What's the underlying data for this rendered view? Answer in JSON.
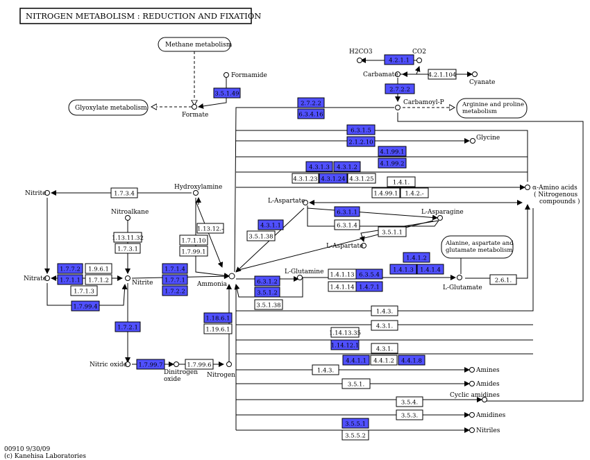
{
  "title": "NITROGEN METABOLISM : REDUCTION AND FIXATION",
  "colors": {
    "enzyme_highlight": "#5050ff",
    "enzyme_plain": "#ffffff",
    "line": "#000000"
  },
  "maps": {
    "methane": "Methane metabolism",
    "glyoxylate": "Glyoxylate metabolism",
    "arginine": "Arginine and proline metabolism",
    "alanine": "Alanine, aspartate and glutamate metabolism"
  },
  "compounds": {
    "formamide": "Formamide",
    "formate": "Formate",
    "h2co3": "H2CO3",
    "co2": "CO2",
    "carbamate": "Carbamate",
    "cyanate": "Cyanate",
    "carbamoyl_p": "Carbamoyl-P",
    "glycine": "Glycine",
    "amino_acids": "α-Amino acids (Nitrogenous compounds)",
    "nitrite_left": "Nitrite",
    "hydroxylamine": "Hydroxylamine",
    "nitroalkane": "Nitroalkane",
    "nitrate": "Nitrate",
    "nitrite_mid": "Nitrite",
    "ammonia": "Ammonia",
    "l_aspartate_1": "L-Aspartate",
    "l_asparagine": "L-Asparagine",
    "l_aspartate_2": "L-Aspartate",
    "l_glutamine": "L-Glutamine",
    "l_glutamate": "L-Glutamate",
    "nitric_oxide": "Nitric oxide",
    "dinitrogen_oxide": "Dinitrogen oxide",
    "nitrogen": "Nitrogen",
    "amines": "Amines",
    "amides": "Amides",
    "cyclic_amidines": "Cyclic amidines",
    "amidines": "Amidines",
    "nitriles": "Nitriles"
  },
  "enzymes": [
    {
      "id": "e_3_5_1_49",
      "label": "3.5.1.49",
      "hl": true
    },
    {
      "id": "e_4_2_1_1",
      "label": "4.2.1.1",
      "hl": true
    },
    {
      "id": "e_4_2_1_104",
      "label": "4.2.1.104",
      "hl": false
    },
    {
      "id": "e_2_7_2_2_top",
      "label": "2.7.2.2",
      "hl": true
    },
    {
      "id": "e_2_7_2_2",
      "label": "2.7.2.2",
      "hl": true
    },
    {
      "id": "e_6_3_4_16",
      "label": "6.3.4.16",
      "hl": true
    },
    {
      "id": "e_6_3_1_5",
      "label": "6.3.1.5",
      "hl": true
    },
    {
      "id": "e_2_1_2_10",
      "label": "2.1.2.10",
      "hl": true
    },
    {
      "id": "e_4_1_99_1",
      "label": "4.1.99.1",
      "hl": true
    },
    {
      "id": "e_4_1_99_2",
      "label": "4.1.99.2",
      "hl": true
    },
    {
      "id": "e_4_3_1_3",
      "label": "4.3.1.3",
      "hl": true
    },
    {
      "id": "e_4_3_1_2",
      "label": "4.3.1.2",
      "hl": true
    },
    {
      "id": "e_4_3_1_23",
      "label": "4.3.1.23",
      "hl": false
    },
    {
      "id": "e_4_3_1_24",
      "label": "4.3.1.24",
      "hl": true
    },
    {
      "id": "e_4_3_1_25",
      "label": "4.3.1.25",
      "hl": false
    },
    {
      "id": "e_1_4_1",
      "label": "1.4.1.",
      "hl": false
    },
    {
      "id": "e_1_4_99_1",
      "label": "1.4.99.1",
      "hl": false
    },
    {
      "id": "e_1_4_2",
      "label": "1.4.2.-",
      "hl": false
    },
    {
      "id": "e_1_7_3_4",
      "label": "1.7.3.4",
      "hl": false
    },
    {
      "id": "e_6_3_1_1",
      "label": "6.3.1.1",
      "hl": true
    },
    {
      "id": "e_6_3_1_4",
      "label": "6.3.1.4",
      "hl": false
    },
    {
      "id": "e_4_3_1_1",
      "label": "4.3.1.1",
      "hl": true
    },
    {
      "id": "e_3_5_1_38_a",
      "label": "3.5.1.38",
      "hl": false
    },
    {
      "id": "e_3_5_1_1",
      "label": "3.5.1.1",
      "hl": false
    },
    {
      "id": "e_1_13_12",
      "label": "1.13.12.-",
      "hl": false
    },
    {
      "id": "e_1_13_11_32",
      "label": "1.13.11.32",
      "hl": false
    },
    {
      "id": "e_1_7_3_1",
      "label": "1.7.3.1",
      "hl": false
    },
    {
      "id": "e_1_7_1_10",
      "label": "1.7.1.10",
      "hl": false
    },
    {
      "id": "e_1_7_99_1",
      "label": "1.7.99.1",
      "hl": false
    },
    {
      "id": "e_1_7_7_2",
      "label": "1.7.7.2",
      "hl": true
    },
    {
      "id": "e_1_9_6_1",
      "label": "1.9.6.1",
      "hl": false
    },
    {
      "id": "e_1_7_1_1",
      "label": "1.7.1.1",
      "hl": true
    },
    {
      "id": "e_1_7_1_2",
      "label": "1.7.1.2",
      "hl": false
    },
    {
      "id": "e_1_7_1_3",
      "label": "1.7.1.3",
      "hl": false
    },
    {
      "id": "e_1_7_99_4",
      "label": "1.7.99.4",
      "hl": true
    },
    {
      "id": "e_1_7_1_4",
      "label": "1.7.1.4",
      "hl": true
    },
    {
      "id": "e_1_7_7_1",
      "label": "1.7.7.1",
      "hl": true
    },
    {
      "id": "e_1_7_2_2",
      "label": "1.7.2.2",
      "hl": true
    },
    {
      "id": "e_6_3_1_2",
      "label": "6.3.1.2",
      "hl": true
    },
    {
      "id": "e_3_5_1_2",
      "label": "3.5.1.2",
      "hl": true
    },
    {
      "id": "e_3_5_1_38_b",
      "label": "3.5.1.38",
      "hl": false
    },
    {
      "id": "e_1_4_1_13",
      "label": "1.4.1.13",
      "hl": false
    },
    {
      "id": "e_6_3_5_4",
      "label": "6.3.5.4",
      "hl": true
    },
    {
      "id": "e_1_4_1_14",
      "label": "1.4.1.14",
      "hl": false
    },
    {
      "id": "e_1_4_7_1",
      "label": "1.4.7.1",
      "hl": true
    },
    {
      "id": "e_1_4_1_2",
      "label": "1.4.1.2",
      "hl": true
    },
    {
      "id": "e_1_4_1_3",
      "label": "1.4.1.3",
      "hl": true
    },
    {
      "id": "e_1_4_1_4",
      "label": "1.4.1.4",
      "hl": true
    },
    {
      "id": "e_2_6_1",
      "label": "2.6.1.",
      "hl": false
    },
    {
      "id": "e_1_7_2_1",
      "label": "1.7.2.1",
      "hl": true
    },
    {
      "id": "e_1_18_6_1",
      "label": "1.18.6.1",
      "hl": true
    },
    {
      "id": "e_1_19_6_1",
      "label": "1.19.6.1",
      "hl": false
    },
    {
      "id": "e_1_4_3_a",
      "label": "1.4.3.",
      "hl": false
    },
    {
      "id": "e_4_3_1_a",
      "label": "4.3.1.",
      "hl": false
    },
    {
      "id": "e_1_14_13_35",
      "label": "1.14.13.35",
      "hl": false
    },
    {
      "id": "e_1_14_12_1",
      "label": "1.14.12.1",
      "hl": true
    },
    {
      "id": "e_4_3_1_b",
      "label": "4.3.1.",
      "hl": false
    },
    {
      "id": "e_1_7_99_7",
      "label": "1.7.99.7",
      "hl": true
    },
    {
      "id": "e_1_7_99_6",
      "label": "1.7.99.6",
      "hl": false
    },
    {
      "id": "e_4_4_1_1",
      "label": "4.4.1.1",
      "hl": true
    },
    {
      "id": "e_4_4_1_2",
      "label": "4.4.1.2",
      "hl": false
    },
    {
      "id": "e_4_4_1_8",
      "label": "4.4.1.8",
      "hl": true
    },
    {
      "id": "e_1_4_3_b",
      "label": "1.4.3.",
      "hl": false
    },
    {
      "id": "e_3_5_1_c",
      "label": "3.5.1.",
      "hl": false
    },
    {
      "id": "e_3_5_4",
      "label": "3.5.4.",
      "hl": false
    },
    {
      "id": "e_3_5_3",
      "label": "3.5.3.",
      "hl": false
    },
    {
      "id": "e_3_5_5_1",
      "label": "3.5.5.1",
      "hl": true
    },
    {
      "id": "e_3_5_5_2",
      "label": "3.5.5.2",
      "hl": false
    }
  ],
  "footer": {
    "line1": "00910 9/30/09",
    "line2": "(c) Kanehisa Laboratories"
  }
}
